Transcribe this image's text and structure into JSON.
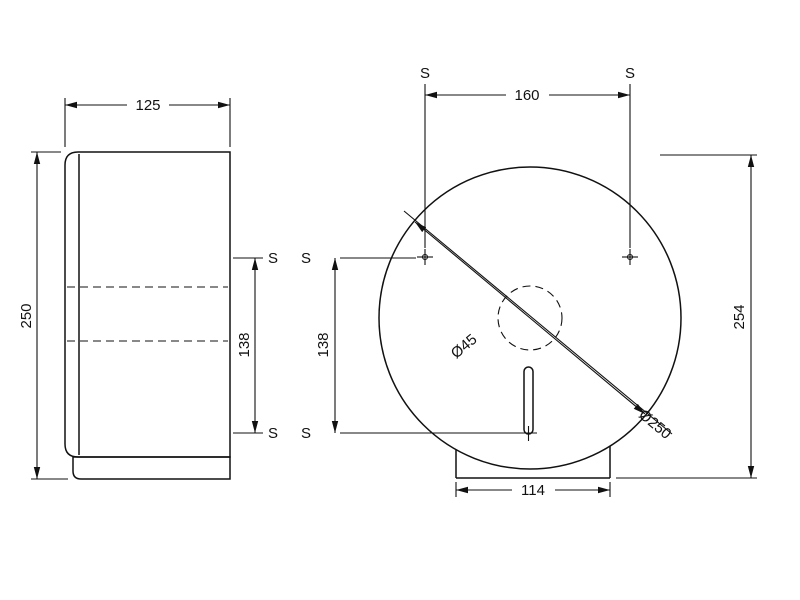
{
  "colors": {
    "line": "#111111",
    "background": "#ffffff"
  },
  "side_view": {
    "width": "125",
    "height": "250",
    "screw_spacing": "138",
    "screw_marks": {
      "top": "S",
      "bottom": "S"
    }
  },
  "front_view": {
    "screw_horizontal_spacing": "160",
    "screw_vertical_spacing": "138",
    "overall_height": "254",
    "base_width": "114",
    "core_circle_diameter": "Ø45",
    "cover_diameter": "Ø250",
    "screw_marks": {
      "top_left": "S",
      "top_right": "S",
      "left_top": "S",
      "left_bottom": "S"
    }
  }
}
